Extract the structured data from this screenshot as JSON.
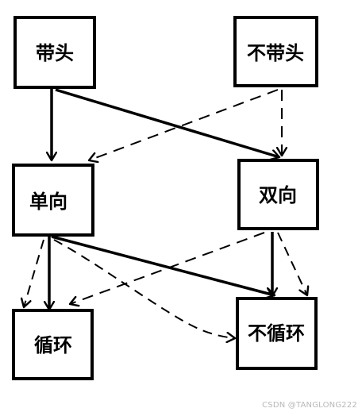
{
  "nodes": {
    "daitou": "带头",
    "budaitou": "不带头",
    "danxiang": "单向",
    "shuangxiang": "双向",
    "xunhuan": "循环",
    "buxunhuan": "不循环"
  },
  "colors": {
    "stroke": "#000000",
    "background": "#ffffff",
    "watermark": "#b8b8b8"
  },
  "edges": [
    {
      "from": "带头",
      "to": "单向",
      "style": "solid"
    },
    {
      "from": "带头",
      "to": "双向",
      "style": "solid"
    },
    {
      "from": "不带头",
      "to": "单向",
      "style": "dashed"
    },
    {
      "from": "不带头",
      "to": "双向",
      "style": "dashed"
    },
    {
      "from": "单向",
      "to": "循环",
      "style": "solid"
    },
    {
      "from": "单向",
      "to": "不循环",
      "style": "solid"
    },
    {
      "from": "单向",
      "to": "循环",
      "style": "dashed"
    },
    {
      "from": "单向",
      "to": "不循环",
      "style": "dashed"
    },
    {
      "from": "双向",
      "to": "不循环",
      "style": "solid"
    },
    {
      "from": "双向",
      "to": "循环",
      "style": "dashed"
    },
    {
      "from": "双向",
      "to": "不循环",
      "style": "dashed"
    }
  ],
  "watermark": "CSDN @TANGLONG222"
}
